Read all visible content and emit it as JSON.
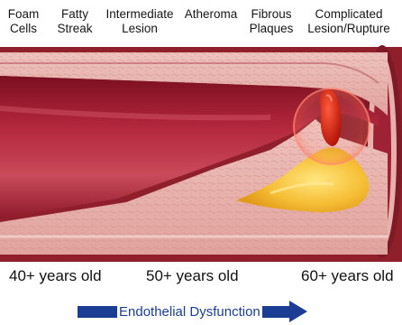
{
  "stages": [
    {
      "id": "foam-cells",
      "lines": [
        "Foam",
        "Cells"
      ]
    },
    {
      "id": "fatty-streak",
      "lines": [
        "Fatty",
        "Streak"
      ]
    },
    {
      "id": "intermediate-lesion",
      "lines": [
        "Intermediate",
        "Lesion"
      ]
    },
    {
      "id": "atheroma",
      "lines": [
        "",
        "Atheroma"
      ]
    },
    {
      "id": "fibrous-plaques",
      "lines": [
        "Fibrous",
        "Plaques"
      ]
    },
    {
      "id": "complicated-lesion",
      "lines": [
        "Complicated",
        "Lesion/Rupture"
      ]
    }
  ],
  "ages": [
    "40+ years old",
    "50+ years old",
    "60+ years old"
  ],
  "progression_label": "Endothelial Dysfunction",
  "colors": {
    "lumen": "#b3263b",
    "wall_pink": "#e8b1ac",
    "plaque_yellow": "#f2b630",
    "clot_red": "#d81e0e",
    "arrow_blue": "#1b3e94"
  }
}
